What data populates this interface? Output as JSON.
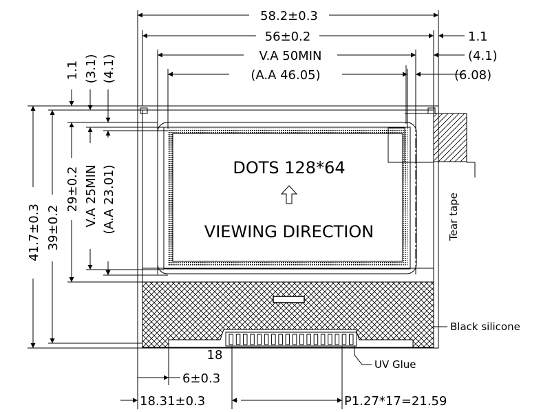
{
  "dimensions": {
    "overall_width": "58.2±0.3",
    "outline_width": "56±0.2",
    "va_width": "V.A 50MIN",
    "aa_width": "(A.A 46.05)",
    "right_1": "1.1",
    "right_2": "(4.1)",
    "right_3": "(6.08)",
    "top_1": "1.1",
    "top_2": "(3.1)",
    "top_3": "(4.1)",
    "overall_height": "41.7±0.3",
    "outline_height": "39±0.2",
    "glass_height": "29±0.2",
    "va_height": "V.A 25MIN",
    "aa_height": "(A.A 23.01)",
    "pin_offset": "6±0.3",
    "pin_start": "18.31±0.3",
    "pin_pitch": "P1.27*17=21.59",
    "pin_count": "18"
  },
  "screen": {
    "dots": "DOTS 128*64",
    "viewing": "VIEWING DIRECTION"
  },
  "labels": {
    "tear_tape": "Tear tape",
    "black_silicone": "Black silicone",
    "uv_glue": "UV Glue"
  },
  "pins": {
    "count": 18
  }
}
